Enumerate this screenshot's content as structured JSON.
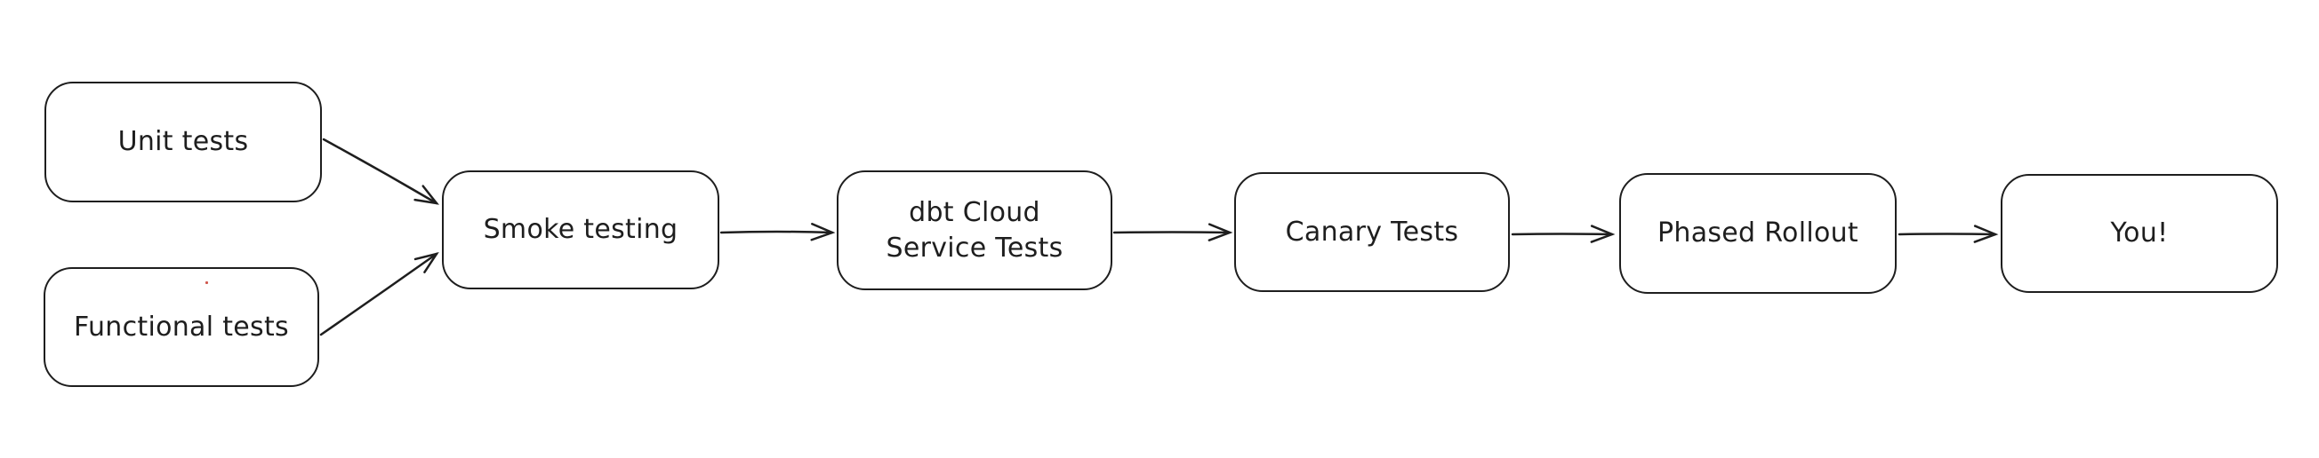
{
  "diagram": {
    "type": "flowchart",
    "background_color": "#ffffff",
    "stroke_color": "#1e1e1e",
    "text_color": "#1e1e1e",
    "artifact_dot_color": "#d0584e",
    "nodes": [
      {
        "id": "unit-tests",
        "lines": [
          "Unit tests"
        ]
      },
      {
        "id": "functional-tests",
        "lines": [
          "Functional tests"
        ]
      },
      {
        "id": "smoke-testing",
        "lines": [
          "Smoke testing"
        ]
      },
      {
        "id": "dbt-cloud-service-tests",
        "lines": [
          "dbt Cloud",
          "Service Tests"
        ]
      },
      {
        "id": "canary-tests",
        "lines": [
          "Canary Tests"
        ]
      },
      {
        "id": "phased-rollout",
        "lines": [
          "Phased Rollout"
        ]
      },
      {
        "id": "you",
        "lines": [
          "You!"
        ]
      }
    ],
    "edges": [
      {
        "from": "unit-tests",
        "to": "smoke-testing"
      },
      {
        "from": "functional-tests",
        "to": "smoke-testing"
      },
      {
        "from": "smoke-testing",
        "to": "dbt-cloud-service-tests"
      },
      {
        "from": "dbt-cloud-service-tests",
        "to": "canary-tests"
      },
      {
        "from": "canary-tests",
        "to": "phased-rollout"
      },
      {
        "from": "phased-rollout",
        "to": "you"
      }
    ]
  }
}
